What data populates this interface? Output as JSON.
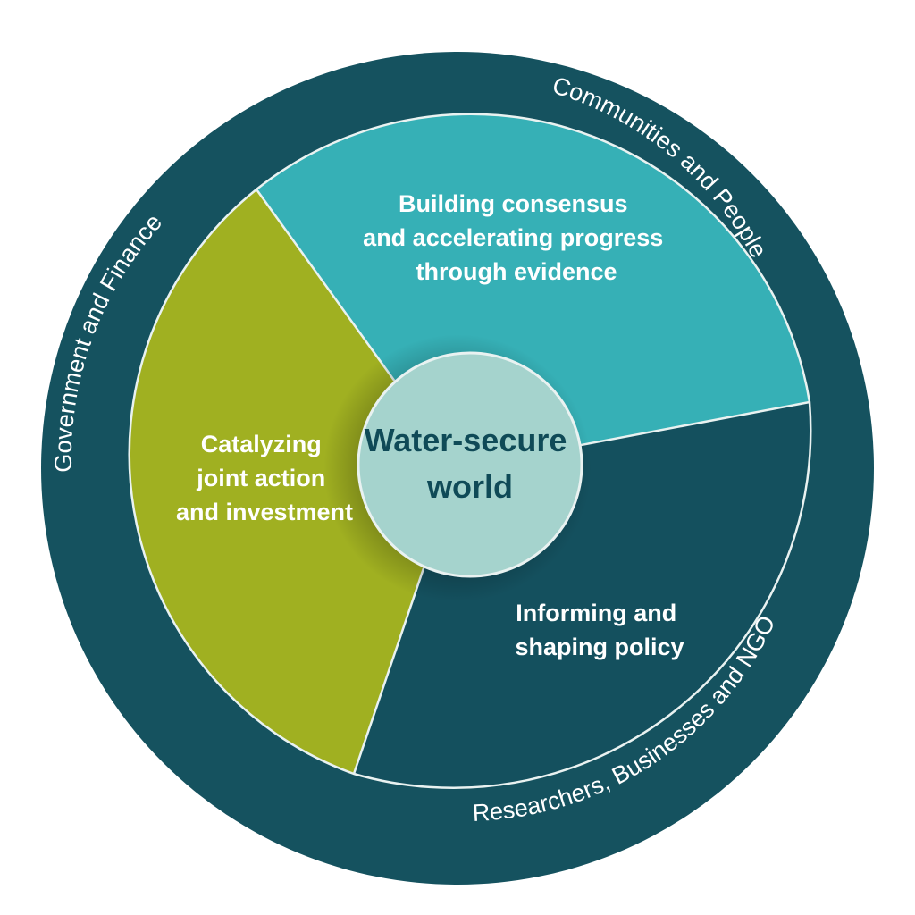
{
  "center": {
    "lines": [
      "Water-secure",
      "world"
    ]
  },
  "segments": [
    {
      "id": "evidence",
      "lines": [
        "Building consensus",
        "and accelerating progress",
        "through evidence"
      ]
    },
    {
      "id": "policy",
      "lines": [
        "Informing and",
        "shaping policy"
      ]
    },
    {
      "id": "investment",
      "lines": [
        "Catalyzing",
        "joint action",
        "and investment"
      ]
    }
  ],
  "ring": {
    "top": "Communities and People",
    "bottom": "Researchers, Businesses and NGOs",
    "left": "Government and Finance"
  },
  "colors": {
    "ring": "#15525f",
    "teal": "#36b0b6",
    "navy": "#14505e",
    "olive": "#a0b021",
    "center_fill": "#a5d3cd",
    "center_text": "#0f4a57",
    "divider": "#e9f2f1"
  }
}
